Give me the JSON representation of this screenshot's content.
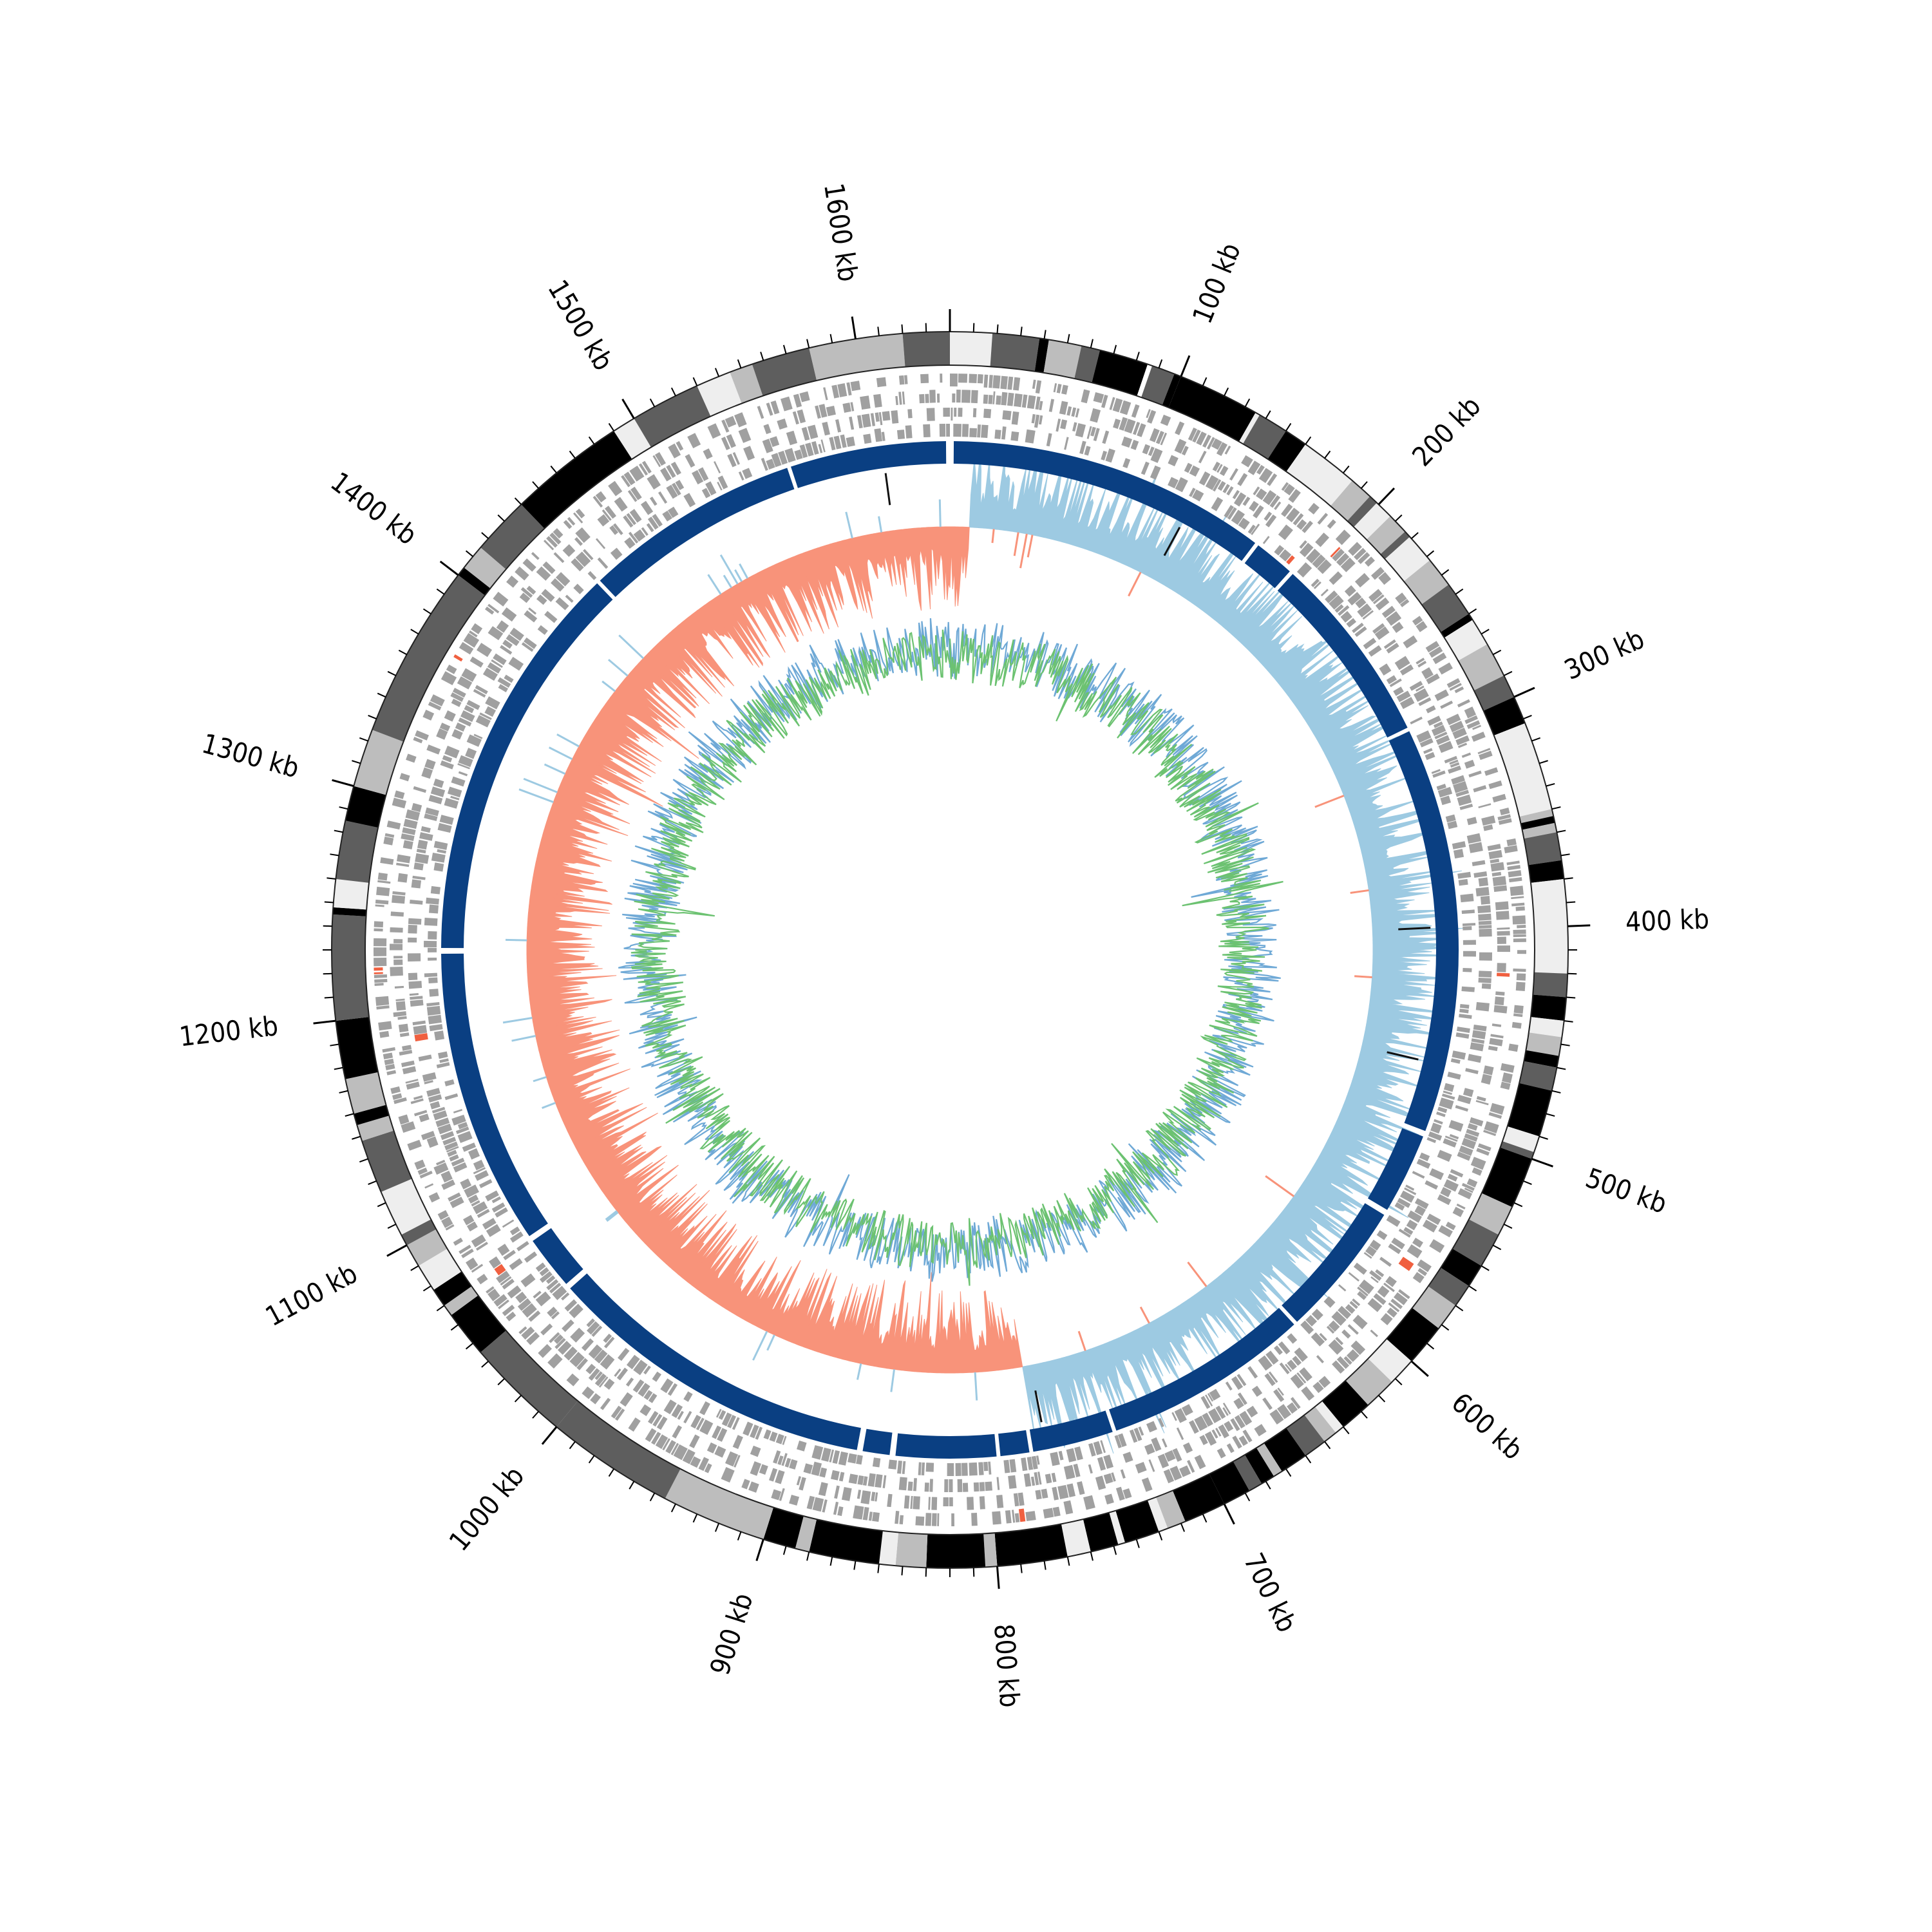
{
  "chart_data": {
    "type": "circular-genome-map",
    "genome_length_kb": 1640,
    "major_ticks": [
      {
        "kb": 0,
        "label": ""
      },
      {
        "kb": 100,
        "label": "100 kb"
      },
      {
        "kb": 200,
        "label": "200 kb"
      },
      {
        "kb": 300,
        "label": "300 kb"
      },
      {
        "kb": 400,
        "label": "400 kb"
      },
      {
        "kb": 500,
        "label": "500 kb"
      },
      {
        "kb": 600,
        "label": "600 kb"
      },
      {
        "kb": 700,
        "label": "700 kb"
      },
      {
        "kb": 800,
        "label": "800 kb"
      },
      {
        "kb": 900,
        "label": "900 kb"
      },
      {
        "kb": 1000,
        "label": "1000 kb"
      },
      {
        "kb": 1100,
        "label": "1100 kb"
      },
      {
        "kb": 1200,
        "label": "1200 kb"
      },
      {
        "kb": 1300,
        "label": "1300 kb"
      },
      {
        "kb": 1400,
        "label": "1400 kb"
      },
      {
        "kb": 1500,
        "label": "1500 kb"
      },
      {
        "kb": 1600,
        "label": "1600 kb"
      }
    ],
    "minor_tick_step_kb": 10,
    "contig_blocks": [
      {
        "start": 0,
        "end": 18,
        "shade": "#eeeeee"
      },
      {
        "start": 18,
        "end": 38,
        "shade": "#5e5e5e"
      },
      {
        "start": 38,
        "end": 42,
        "shade": "#000000"
      },
      {
        "start": 42,
        "end": 56,
        "shade": "#bdbdbd"
      },
      {
        "start": 56,
        "end": 64,
        "shade": "#5e5e5e"
      },
      {
        "start": 64,
        "end": 85,
        "shade": "#000000"
      },
      {
        "start": 85,
        "end": 87,
        "shade": "#ffffff"
      },
      {
        "start": 87,
        "end": 97,
        "shade": "#5e5e5e"
      },
      {
        "start": 97,
        "end": 100,
        "shade": "#000000"
      },
      {
        "start": 100,
        "end": 135,
        "shade": "#000000"
      },
      {
        "start": 135,
        "end": 137,
        "shade": "#eeeeee"
      },
      {
        "start": 137,
        "end": 150,
        "shade": "#5e5e5e"
      },
      {
        "start": 150,
        "end": 160,
        "shade": "#000000"
      },
      {
        "start": 160,
        "end": 185,
        "shade": "#eeeeee"
      },
      {
        "start": 185,
        "end": 195,
        "shade": "#bdbdbd"
      },
      {
        "start": 195,
        "end": 199,
        "shade": "#5e5e5e"
      },
      {
        "start": 199,
        "end": 207,
        "shade": "#eeeeee"
      },
      {
        "start": 207,
        "end": 216,
        "shade": "#bdbdbd"
      },
      {
        "start": 216,
        "end": 219,
        "shade": "#5e5e5e"
      },
      {
        "start": 219,
        "end": 232,
        "shade": "#eeeeee"
      },
      {
        "start": 232,
        "end": 245,
        "shade": "#bdbdbd"
      },
      {
        "start": 245,
        "end": 260,
        "shade": "#5e5e5e"
      },
      {
        "start": 260,
        "end": 263,
        "shade": "#000000"
      },
      {
        "start": 263,
        "end": 275,
        "shade": "#eeeeee"
      },
      {
        "start": 275,
        "end": 290,
        "shade": "#bdbdbd"
      },
      {
        "start": 290,
        "end": 300,
        "shade": "#5e5e5e"
      },
      {
        "start": 300,
        "end": 312,
        "shade": "#000000"
      },
      {
        "start": 312,
        "end": 350,
        "shade": "#eeeeee"
      },
      {
        "start": 350,
        "end": 353,
        "shade": "#bdbdbd"
      },
      {
        "start": 353,
        "end": 356,
        "shade": "#000000"
      },
      {
        "start": 356,
        "end": 360,
        "shade": "#bdbdbd"
      },
      {
        "start": 360,
        "end": 372,
        "shade": "#5e5e5e"
      },
      {
        "start": 372,
        "end": 380,
        "shade": "#000000"
      },
      {
        "start": 380,
        "end": 420,
        "shade": "#eeeeee"
      },
      {
        "start": 420,
        "end": 430,
        "shade": "#5e5e5e"
      },
      {
        "start": 430,
        "end": 440,
        "shade": "#000000"
      },
      {
        "start": 440,
        "end": 447,
        "shade": "#eeeeee"
      },
      {
        "start": 447,
        "end": 455,
        "shade": "#bdbdbd"
      },
      {
        "start": 455,
        "end": 460,
        "shade": "#000000"
      },
      {
        "start": 460,
        "end": 470,
        "shade": "#5e5e5e"
      },
      {
        "start": 470,
        "end": 490,
        "shade": "#000000"
      },
      {
        "start": 490,
        "end": 497,
        "shade": "#eeeeee"
      },
      {
        "start": 497,
        "end": 500,
        "shade": "#5e5e5e"
      },
      {
        "start": 500,
        "end": 522,
        "shade": "#000000"
      },
      {
        "start": 522,
        "end": 535,
        "shade": "#bdbdbd"
      },
      {
        "start": 535,
        "end": 550,
        "shade": "#5e5e5e"
      },
      {
        "start": 550,
        "end": 560,
        "shade": "#000000"
      },
      {
        "start": 560,
        "end": 570,
        "shade": "#5e5e5e"
      },
      {
        "start": 570,
        "end": 582,
        "shade": "#bdbdbd"
      },
      {
        "start": 582,
        "end": 600,
        "shade": "#000000"
      },
      {
        "start": 600,
        "end": 612,
        "shade": "#eeeeee"
      },
      {
        "start": 612,
        "end": 626,
        "shade": "#bdbdbd"
      },
      {
        "start": 626,
        "end": 640,
        "shade": "#000000"
      },
      {
        "start": 640,
        "end": 644,
        "shade": "#eeeeee"
      },
      {
        "start": 644,
        "end": 650,
        "shade": "#bdbdbd"
      },
      {
        "start": 650,
        "end": 660,
        "shade": "#5e5e5e"
      },
      {
        "start": 660,
        "end": 672,
        "shade": "#000000"
      },
      {
        "start": 672,
        "end": 676,
        "shade": "#bdbdbd"
      },
      {
        "start": 676,
        "end": 682,
        "shade": "#000000"
      },
      {
        "start": 682,
        "end": 688,
        "shade": "#5e5e5e"
      },
      {
        "start": 688,
        "end": 700,
        "shade": "#000000"
      },
      {
        "start": 700,
        "end": 718,
        "shade": "#000000"
      },
      {
        "start": 718,
        "end": 726,
        "shade": "#bdbdbd"
      },
      {
        "start": 726,
        "end": 730,
        "shade": "#eeeeee"
      },
      {
        "start": 730,
        "end": 745,
        "shade": "#000000"
      },
      {
        "start": 745,
        "end": 748,
        "shade": "#eeeeee"
      },
      {
        "start": 748,
        "end": 760,
        "shade": "#000000"
      },
      {
        "start": 760,
        "end": 770,
        "shade": "#eeeeee"
      },
      {
        "start": 770,
        "end": 800,
        "shade": "#000000"
      },
      {
        "start": 800,
        "end": 805,
        "shade": "#bdbdbd"
      },
      {
        "start": 805,
        "end": 830,
        "shade": "#000000"
      },
      {
        "start": 830,
        "end": 843,
        "shade": "#bdbdbd"
      },
      {
        "start": 843,
        "end": 850,
        "shade": "#eeeeee"
      },
      {
        "start": 850,
        "end": 880,
        "shade": "#000000"
      },
      {
        "start": 880,
        "end": 886,
        "shade": "#bdbdbd"
      },
      {
        "start": 886,
        "end": 900,
        "shade": "#000000"
      },
      {
        "start": 900,
        "end": 945,
        "shade": "#bdbdbd"
      },
      {
        "start": 945,
        "end": 1000,
        "shade": "#5e5e5e"
      },
      {
        "start": 1000,
        "end": 1045,
        "shade": "#5e5e5e"
      },
      {
        "start": 1045,
        "end": 1065,
        "shade": "#000000"
      },
      {
        "start": 1065,
        "end": 1070,
        "shade": "#bdbdbd"
      },
      {
        "start": 1070,
        "end": 1078,
        "shade": "#000000"
      },
      {
        "start": 1078,
        "end": 1090,
        "shade": "#eeeeee"
      },
      {
        "start": 1090,
        "end": 1100,
        "shade": "#bdbdbd"
      },
      {
        "start": 1100,
        "end": 1105,
        "shade": "#5e5e5e"
      },
      {
        "start": 1105,
        "end": 1125,
        "shade": "#eeeeee"
      },
      {
        "start": 1125,
        "end": 1148,
        "shade": "#5e5e5e"
      },
      {
        "start": 1148,
        "end": 1155,
        "shade": "#bdbdbd"
      },
      {
        "start": 1155,
        "end": 1160,
        "shade": "#000000"
      },
      {
        "start": 1160,
        "end": 1175,
        "shade": "#bdbdbd"
      },
      {
        "start": 1175,
        "end": 1200,
        "shade": "#000000"
      },
      {
        "start": 1200,
        "end": 1245,
        "shade": "#5e5e5e"
      },
      {
        "start": 1245,
        "end": 1248,
        "shade": "#000000"
      },
      {
        "start": 1248,
        "end": 1260,
        "shade": "#eeeeee"
      },
      {
        "start": 1260,
        "end": 1285,
        "shade": "#5e5e5e"
      },
      {
        "start": 1285,
        "end": 1300,
        "shade": "#000000"
      },
      {
        "start": 1300,
        "end": 1325,
        "shade": "#bdbdbd"
      },
      {
        "start": 1325,
        "end": 1400,
        "shade": "#5e5e5e"
      },
      {
        "start": 1400,
        "end": 1404,
        "shade": "#000000"
      },
      {
        "start": 1404,
        "end": 1415,
        "shade": "#bdbdbd"
      },
      {
        "start": 1415,
        "end": 1440,
        "shade": "#5e5e5e"
      },
      {
        "start": 1440,
        "end": 1490,
        "shade": "#000000"
      },
      {
        "start": 1490,
        "end": 1500,
        "shade": "#eeeeee"
      },
      {
        "start": 1500,
        "end": 1530,
        "shade": "#5e5e5e"
      },
      {
        "start": 1530,
        "end": 1545,
        "shade": "#eeeeee"
      },
      {
        "start": 1545,
        "end": 1555,
        "shade": "#bdbdbd"
      },
      {
        "start": 1555,
        "end": 1580,
        "shade": "#5e5e5e"
      },
      {
        "start": 1580,
        "end": 1620,
        "shade": "#bdbdbd"
      },
      {
        "start": 1620,
        "end": 1640,
        "shade": "#5e5e5e"
      }
    ],
    "blue_ring_segments": [
      {
        "start": 2,
        "end": 168
      },
      {
        "start": 170,
        "end": 191
      },
      {
        "start": 193,
        "end": 292
      },
      {
        "start": 294,
        "end": 505
      },
      {
        "start": 508,
        "end": 550
      },
      {
        "start": 553,
        "end": 624
      },
      {
        "start": 626,
        "end": 733
      },
      {
        "start": 735,
        "end": 777
      },
      {
        "start": 779,
        "end": 794
      },
      {
        "start": 796,
        "end": 848
      },
      {
        "start": 851,
        "end": 865
      },
      {
        "start": 868,
        "end": 1040
      },
      {
        "start": 1043,
        "end": 1071
      },
      {
        "start": 1074,
        "end": 1228
      },
      {
        "start": 1231,
        "end": 1440
      },
      {
        "start": 1442,
        "end": 1555
      },
      {
        "start": 1557,
        "end": 1638
      }
    ],
    "gc_skew_switch_kb": [
      12,
      775
    ],
    "colors": {
      "contig_outline": "#222222",
      "gene_features": "#a0a0a0",
      "gene_highlight": "#f06040",
      "blue_ring": "#0a3f82",
      "skew_positive": "#9dcae2",
      "skew_negative": "#f8937a",
      "skew_marker": "#111111",
      "gc_content_a": "#6fa9d6",
      "gc_content_b": "#6cc271"
    }
  }
}
